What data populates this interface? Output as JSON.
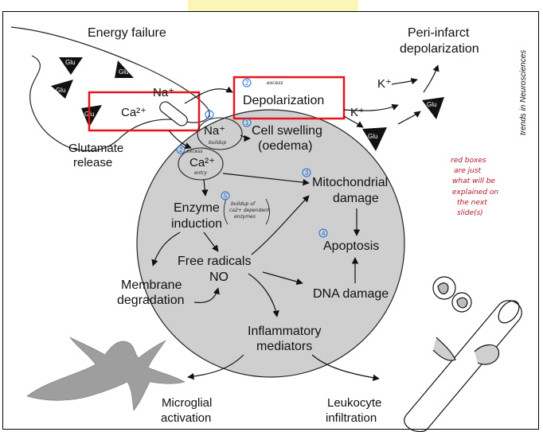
{
  "labels": {
    "energy_failure": "Energy failure",
    "na_top": "Na⁺",
    "ca_top": "Ca²⁺",
    "glutamate_release_1": "Glutamate",
    "glutamate_release_2": "release",
    "depolarization": "Depolarization",
    "k_plus_1": "K⁺",
    "k_plus_2": "K⁺",
    "peri_infarct_1": "Peri-infarct",
    "peri_infarct_2": "depolarization",
    "na_cell": "Na⁺",
    "ca_cell": "Ca²⁺",
    "cell_swelling_1": "Cell swelling",
    "cell_swelling_2": "(oedema)",
    "mito_1": "Mitochondrial",
    "mito_2": "damage",
    "enzyme_1": "Enzyme",
    "enzyme_2": "induction",
    "apoptosis": "Apoptosis",
    "free_radicals": "Free radicals",
    "no": "NO",
    "membrane_1": "Membrane",
    "membrane_2": "degradation",
    "dna_damage": "DNA damage",
    "inflam_1": "Inflammatory",
    "inflam_2": "mediators",
    "microglial_1": "Microglial",
    "microglial_2": "activation",
    "leukocyte_1": "Leukocyte",
    "leukocyte_2": "infiltration",
    "glu": "Glu",
    "credit": "trends in Neurosciences"
  },
  "handwritten": {
    "excess_1": "excess",
    "excess_2": "excess",
    "buildup": "buildup",
    "entry": "entry",
    "enzyme_note_1": "buildup of",
    "enzyme_note_2": "ca2+ dependent",
    "enzyme_note_3": "enzymes",
    "side_note": [
      "red boxes",
      "are just",
      "what will be",
      "explained on",
      "the next",
      "slide(s)"
    ],
    "step_numbers": [
      "1",
      "2",
      "3",
      "4",
      "5"
    ]
  },
  "colors": {
    "highlight_box": "#e8141c",
    "cell_fill": "#cfcfcf",
    "handwriting_blue": "#1e6fd6",
    "handwriting_red": "#b0182a",
    "title_strip": "#fbf6b5"
  }
}
